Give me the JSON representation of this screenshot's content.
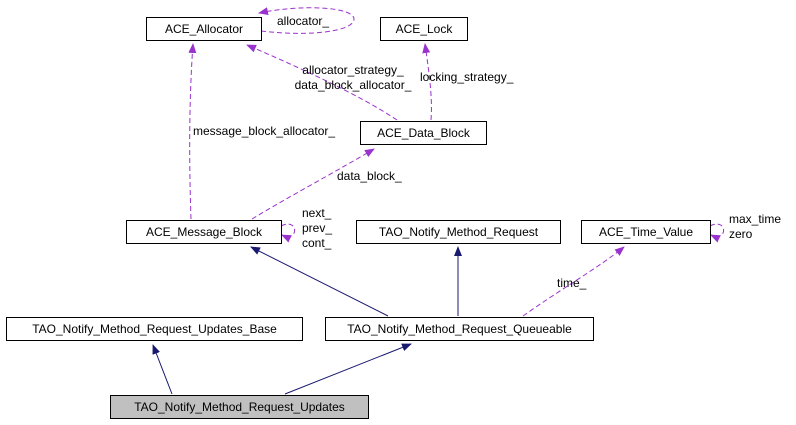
{
  "diagram": {
    "kind": "collaboration-graph"
  },
  "colors": {
    "inheritance_edge": "#191970",
    "usage_edge": "#9a32cd",
    "node_border": "#000000",
    "node_fill": "#ffffff",
    "selected_node_fill": "#c0c0c0",
    "background": "#ffffff"
  },
  "nodes": {
    "ace_allocator": {
      "label": "ACE_Allocator"
    },
    "ace_lock": {
      "label": "ACE_Lock"
    },
    "ace_data_block": {
      "label": "ACE_Data_Block"
    },
    "ace_message_block": {
      "label": "ACE_Message_Block"
    },
    "tao_notify_method_request": {
      "label": "TAO_Notify_Method_Request"
    },
    "ace_time_value": {
      "label": "ACE_Time_Value"
    },
    "updates_base": {
      "label": "TAO_Notify_Method_Request_Updates_Base"
    },
    "queueable": {
      "label": "TAO_Notify_Method_Request_Queueable"
    },
    "updates": {
      "label": "TAO_Notify_Method_Request_Updates",
      "selected": "true"
    }
  },
  "edge_labels": {
    "allocator": "allocator_",
    "allocator_strategy": "allocator_strategy_\ndata_block_allocator_",
    "locking_strategy": "locking_strategy_",
    "message_block_allocator": "message_block_allocator_",
    "data_block": "data_block_",
    "next_prev_cont": "next_\nprev_\ncont_",
    "max_time_zero": "max_time\nzero",
    "time": "time_"
  }
}
